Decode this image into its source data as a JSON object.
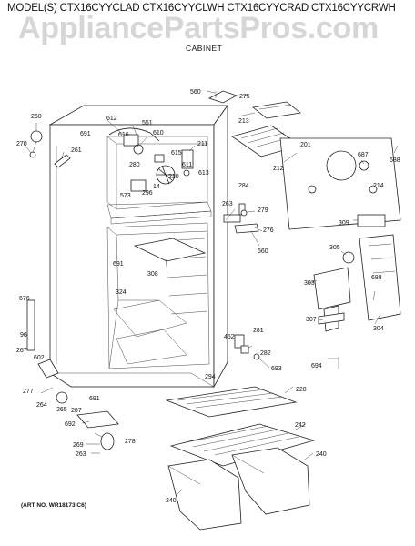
{
  "header": {
    "models": "MODEL(S) CTX16CYYCLAD  CTX16CYYCLWH  CTX16CYYCRAD  CTX16CYYCRWH",
    "watermark": "AppliancePartsPros.com",
    "section": "CABINET"
  },
  "footer": {
    "art_number": "(ART NO. WR18173 C6)"
  },
  "callouts": [
    "560",
    "275",
    "213",
    "260",
    "612",
    "551",
    "691",
    "616",
    "610",
    "270",
    "261",
    "211",
    "615",
    "201",
    "687",
    "688",
    "280",
    "611",
    "210",
    "613",
    "14",
    "296",
    "573",
    "284",
    "214",
    "263",
    "279",
    "276",
    "309",
    "560",
    "305",
    "691",
    "308",
    "324",
    "303",
    "688",
    "676",
    "96",
    "307",
    "304",
    "452",
    "281",
    "282",
    "693",
    "267",
    "602",
    "294",
    "694",
    "277",
    "228",
    "264",
    "265",
    "691",
    "287",
    "692",
    "242",
    "269",
    "278",
    "263",
    "240",
    "240",
    "212"
  ]
}
